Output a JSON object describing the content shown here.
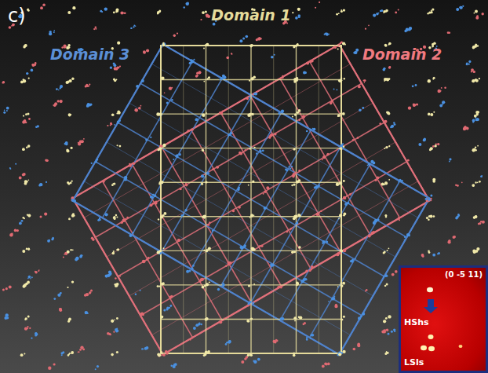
{
  "diagram": {
    "nodes": [
      {
        "text": [
          "(0 -5 11)",
          "HShs",
          "LSls"
        ]
      }
    ],
    "labels": [
      "c)",
      "Domain 1",
      "Domain 3",
      "Domain 2"
    ]
  }
}
